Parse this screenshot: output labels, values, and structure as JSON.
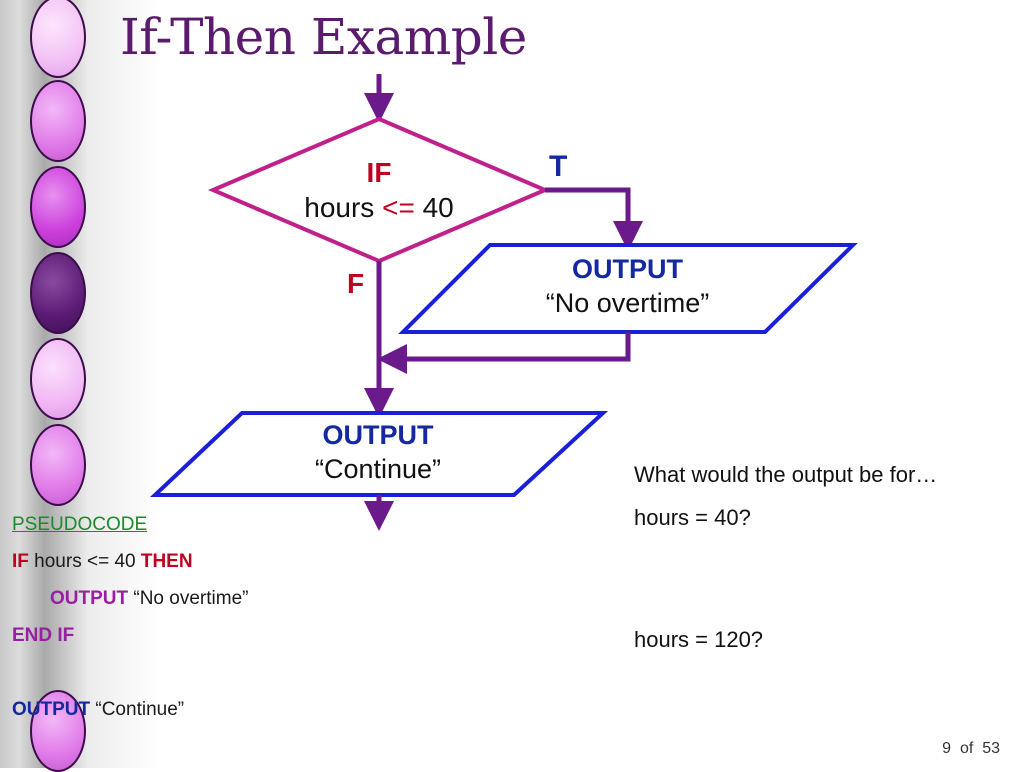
{
  "slide": {
    "title": "If-Then Example",
    "page": {
      "current": "9",
      "of_label": "of",
      "total": "53"
    }
  },
  "flowchart": {
    "decision": {
      "keyword": "IF",
      "condition_var": "hours",
      "operator": "<=",
      "value": "40"
    },
    "true_label": "T",
    "false_label": "F",
    "output1": {
      "keyword": "OUTPUT",
      "text": "“No overtime”"
    },
    "output2": {
      "keyword": "OUTPUT",
      "text": "“Continue”"
    }
  },
  "pseudocode": {
    "heading": "PSEUDOCODE",
    "line1": {
      "if_kw": "IF",
      "cond": " hours <= 40 ",
      "then_kw": "THEN"
    },
    "line2": {
      "kw": "OUTPUT",
      "text": " “No overtime”"
    },
    "line3": {
      "kw": "END IF"
    },
    "line4": {
      "kw": "OUTPUT",
      "text": " “Continue”"
    }
  },
  "questions": {
    "prompt": "What would the output be for…",
    "q1": "hours = 40?",
    "q2": "hours = 120?"
  },
  "colors": {
    "decision_border": "#c0208a",
    "output_border": "#1a20d8",
    "arrow": "#6a1a8a",
    "title": "#5a1a6e"
  }
}
